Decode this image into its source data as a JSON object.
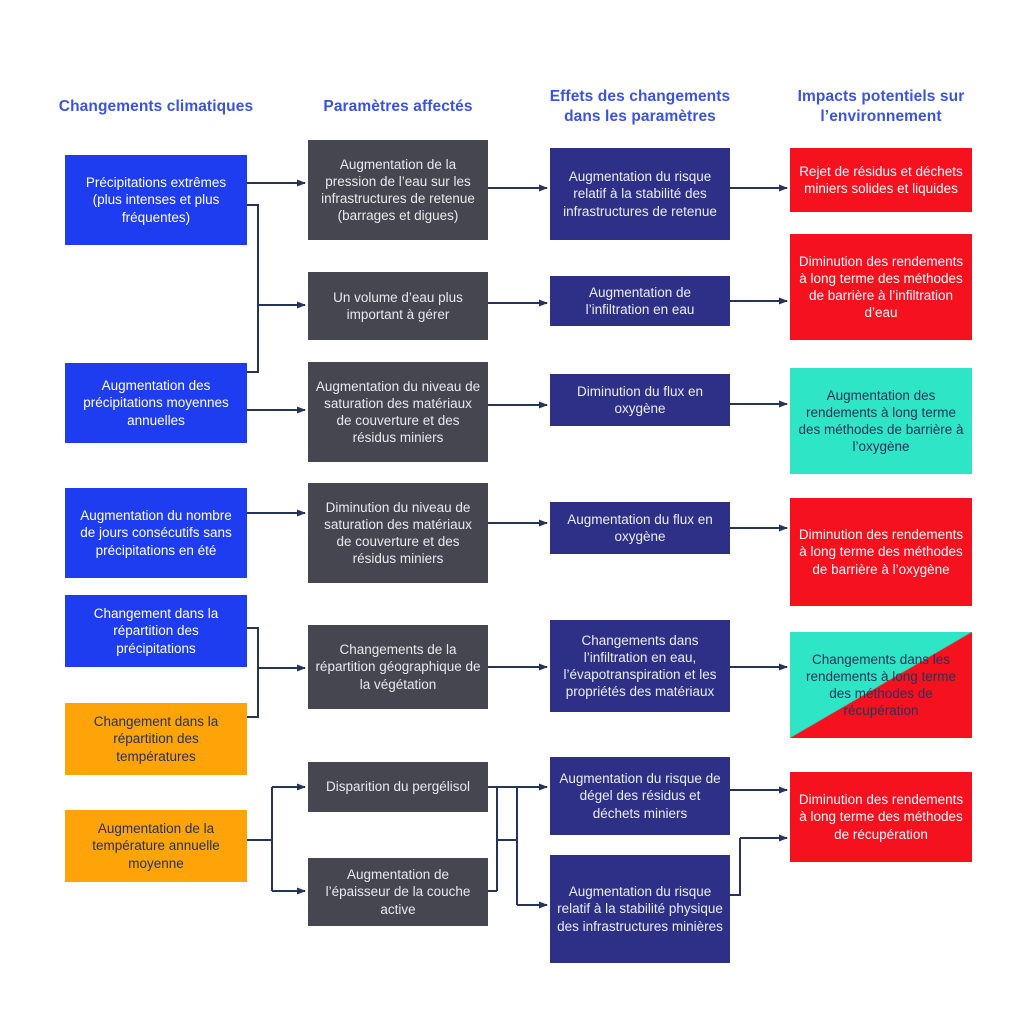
{
  "diagram": {
    "columns": [
      {
        "header": "Changements climatiques"
      },
      {
        "header": "Paramètres affectés"
      },
      {
        "header": "Effets des changements dans les paramètres"
      },
      {
        "header": "Impacts potentiels sur l’environnement"
      }
    ],
    "nodes": [
      {
        "id": "precipitations-extremes",
        "column": 1,
        "color": "blue",
        "label": "Précipitations extrêmes (plus intenses et plus fréquentes)"
      },
      {
        "id": "augmentation-precipitations-moyennes",
        "column": 1,
        "color": "blue",
        "label": "Augmentation des précipitations moyennes annuelles"
      },
      {
        "id": "jours-sans-precipitations",
        "column": 1,
        "color": "blue",
        "label": "Augmentation du nombre de jours consécutifs sans précipitations en été"
      },
      {
        "id": "repartition-precipitations",
        "column": 1,
        "color": "blue",
        "label": "Changement dans la répartition des précipitations"
      },
      {
        "id": "repartition-temperatures",
        "column": 1,
        "color": "orange",
        "label": "Changement dans la répartition des températures"
      },
      {
        "id": "temperature-annuelle-moyenne",
        "column": 1,
        "color": "orange",
        "label": "Augmentation de la température annuelle moyenne"
      },
      {
        "id": "pression-eau-infrastructures",
        "column": 2,
        "color": "dark",
        "label": "Augmentation de la pression de l’eau sur les infrastructures de retenue (barrages et digues)"
      },
      {
        "id": "volume-eau",
        "column": 2,
        "color": "dark",
        "label": "Un volume d’eau plus important à gérer"
      },
      {
        "id": "augmentation-saturation",
        "column": 2,
        "color": "dark",
        "label": "Augmentation du niveau de saturation des matériaux de couverture et des résidus miniers"
      },
      {
        "id": "diminution-saturation",
        "column": 2,
        "color": "dark",
        "label": "Diminution du niveau de saturation des matériaux de couverture et des résidus miniers"
      },
      {
        "id": "repartition-vegetation",
        "column": 2,
        "color": "dark",
        "label": "Changements de la répartition géographique de la végétation"
      },
      {
        "id": "disparition-pergelisol",
        "column": 2,
        "color": "dark",
        "label": "Disparition du pergélisol"
      },
      {
        "id": "epaisseur-couche-active",
        "column": 2,
        "color": "dark",
        "label": "Augmentation de l’épaisseur de la couche active"
      },
      {
        "id": "risque-stabilite-retenue",
        "column": 3,
        "color": "navy",
        "label": "Augmentation du risque relatif à la stabilité des infrastructures de retenue"
      },
      {
        "id": "augmentation-infiltration-eau",
        "column": 3,
        "color": "navy",
        "label": "Augmentation de l’infiltration en eau"
      },
      {
        "id": "diminution-flux-oxygene",
        "column": 3,
        "color": "navy",
        "label": "Diminution du flux en oxygène"
      },
      {
        "id": "augmentation-flux-oxygene",
        "column": 3,
        "color": "navy",
        "label": "Augmentation du flux en oxygène"
      },
      {
        "id": "changements-infiltration-evapotranspiration",
        "column": 3,
        "color": "navy",
        "label": "Changements dans l’infiltration en eau, l’évapotranspiration et les propriétés des matériaux"
      },
      {
        "id": "risque-degel-residus",
        "column": 3,
        "color": "navy",
        "label": "Augmentation du risque de dégel des résidus et déchets miniers"
      },
      {
        "id": "risque-stabilite-physique",
        "column": 3,
        "color": "navy",
        "label": "Augmentation du risque relatif à la stabilité physique des infrastructures minières"
      },
      {
        "id": "rejet-residus",
        "column": 4,
        "color": "red",
        "label": "Rejet de résidus et déchets miniers solides et liquides"
      },
      {
        "id": "diminution-rendements-infiltration",
        "column": 4,
        "color": "red",
        "label": "Diminution des rendements à long terme des méthodes de barrière à l’infiltration d’eau"
      },
      {
        "id": "augmentation-rendements-oxygene",
        "column": 4,
        "color": "teal",
        "label": "Augmentation des rendements à long terme des méthodes de barrière à l’oxygène"
      },
      {
        "id": "diminution-rendements-oxygene",
        "column": 4,
        "color": "red",
        "label": "Diminution des rendements à long terme des méthodes de barrière à l’oxygène"
      },
      {
        "id": "changements-rendements-recuperation",
        "column": 4,
        "color": "mixed-teal-red",
        "label": "Changements dans les rendements à long terme des méthodes de récupération"
      },
      {
        "id": "diminution-rendements-recuperation",
        "column": 4,
        "color": "red",
        "label": "Diminution des rendements à long terme des méthodes de récupération"
      }
    ],
    "colors": {
      "header_text": "#3a53e4",
      "climate_blue": "#1e3df0",
      "climate_orange": "#ffa408",
      "parameter_dark_gray": "#45464f",
      "effect_navy": "#2e3088",
      "impact_red": "#f6111f",
      "impact_teal": "#2ee5c6",
      "connector": "#26335b",
      "background": "#ffffff"
    }
  }
}
